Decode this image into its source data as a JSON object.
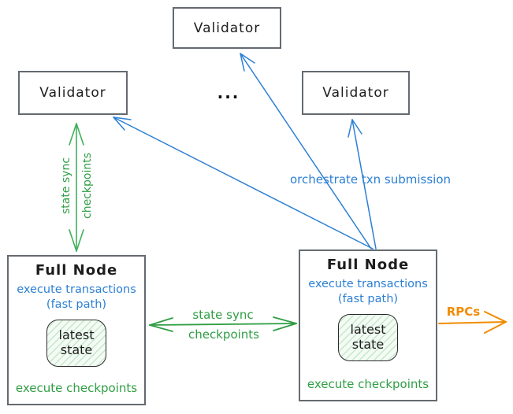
{
  "diagram": {
    "validators": {
      "top_label": "Validator",
      "left_label": "Validator",
      "right_label": "Validator",
      "ellipsis": "..."
    },
    "full_node": {
      "title": "Full Node",
      "execute_transactions": "execute transactions",
      "fast_path": "(fast path)",
      "latest_state": "latest state",
      "execute_checkpoints": "execute checkpoints"
    },
    "edges": {
      "state_sync_left": {
        "line1": "state sync",
        "line2": "checkpoints"
      },
      "state_sync_middle": {
        "line1": "state sync",
        "line2": "checkpoints"
      },
      "orchestrate_label": "orchestrate txn submission",
      "rpcs_label": "RPCs"
    },
    "colors": {
      "blue": "#2b7fd4",
      "green": "#2f9e44",
      "green_arrow": "#41b05a",
      "orange": "#f08c00",
      "box_border": "#646a70",
      "text": "#1d1d1d"
    }
  }
}
